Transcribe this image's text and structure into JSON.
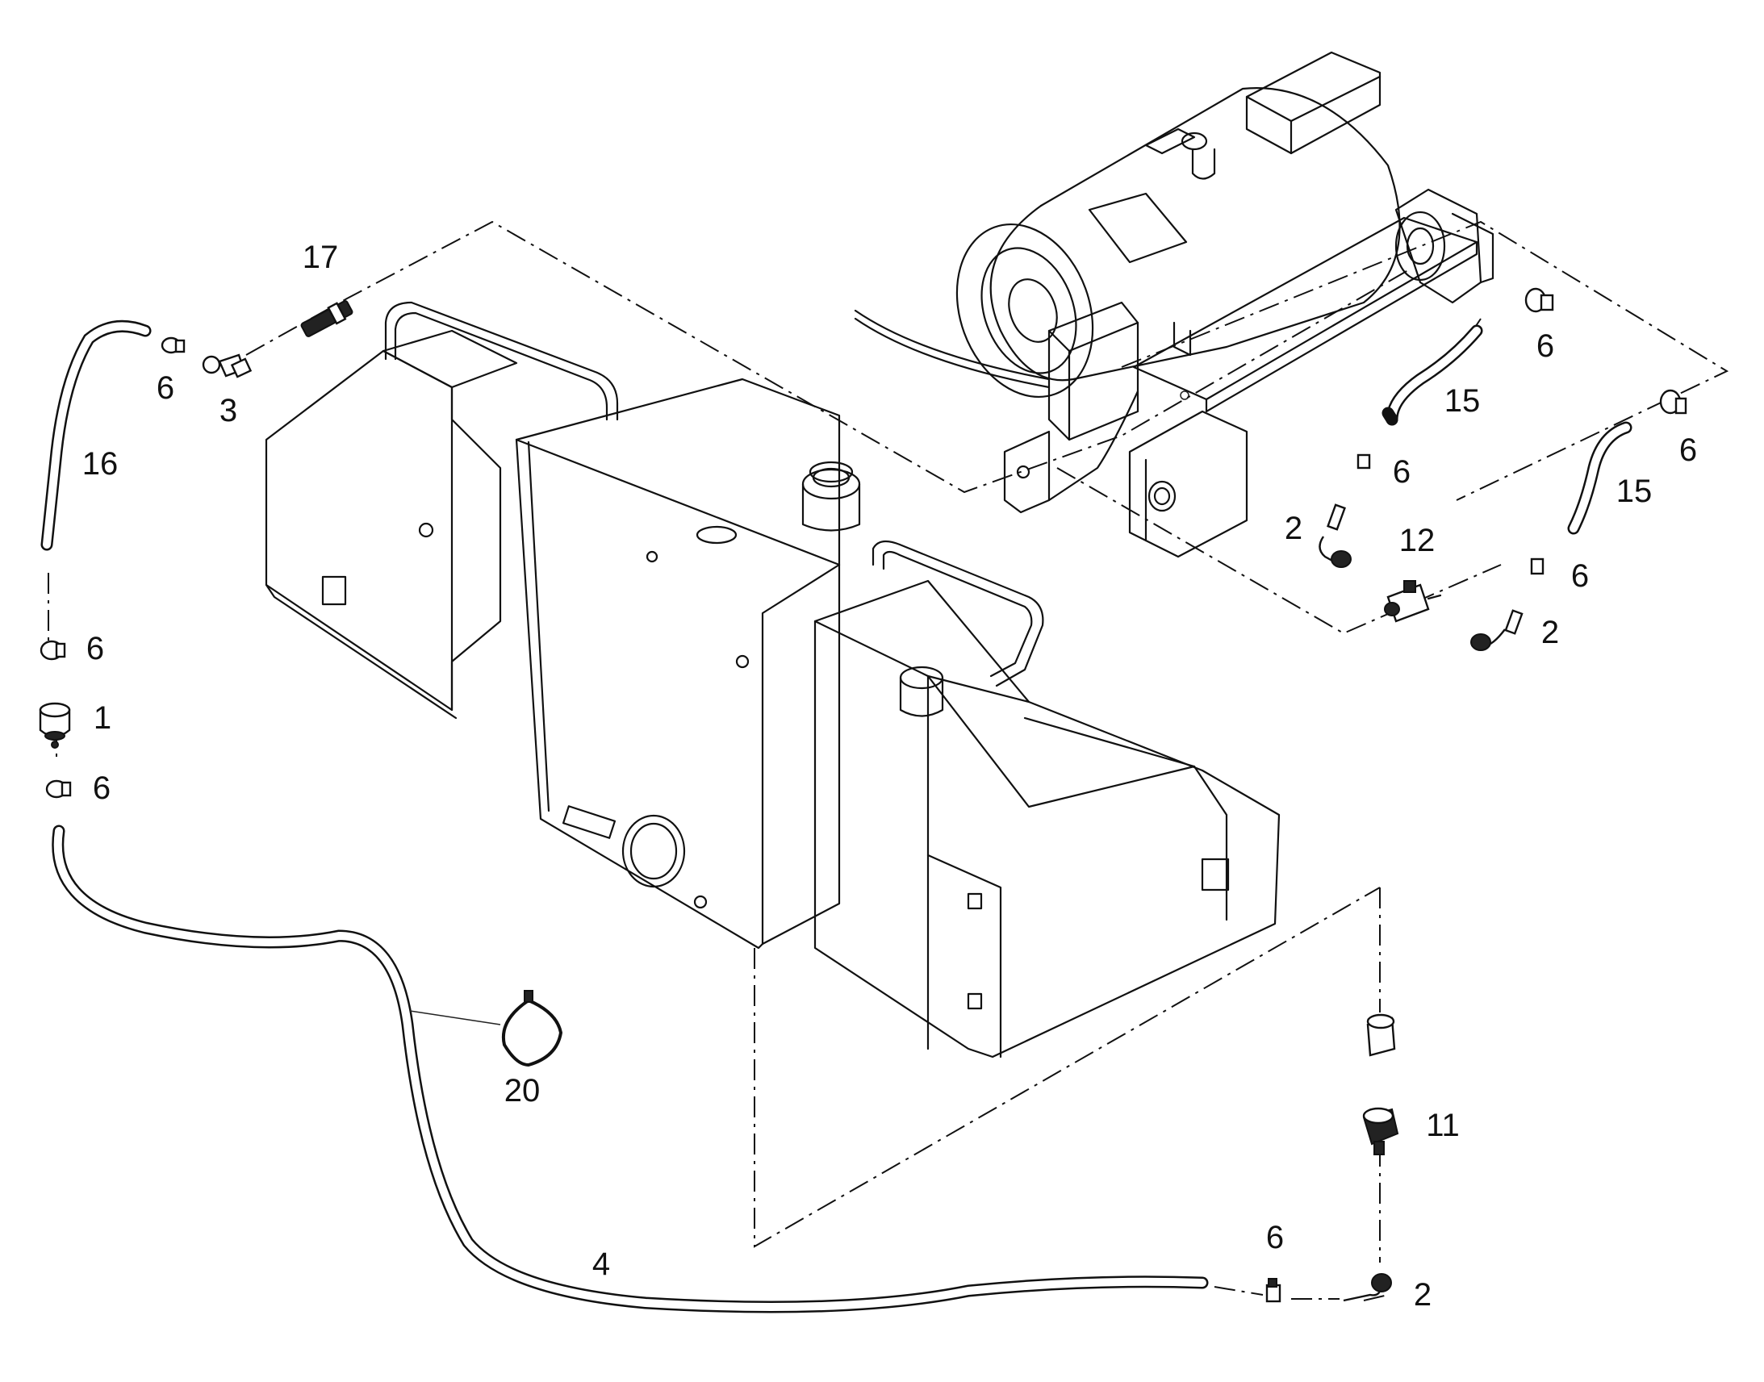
{
  "callouts": [
    {
      "id": "callout-17",
      "text": "17"
    },
    {
      "id": "callout-6-hose16-top",
      "text": "6"
    },
    {
      "id": "callout-3",
      "text": "3"
    },
    {
      "id": "callout-16",
      "text": "16"
    },
    {
      "id": "callout-6-filter-top",
      "text": "6"
    },
    {
      "id": "callout-1",
      "text": "1"
    },
    {
      "id": "callout-6-filter-bottom",
      "text": "6"
    },
    {
      "id": "callout-20",
      "text": "20"
    },
    {
      "id": "callout-4",
      "text": "4"
    },
    {
      "id": "callout-6-bottom",
      "text": "6"
    },
    {
      "id": "callout-2-bottom",
      "text": "2"
    },
    {
      "id": "callout-11",
      "text": "11"
    },
    {
      "id": "callout-6-pump-a",
      "text": "6"
    },
    {
      "id": "callout-15-a",
      "text": "15"
    },
    {
      "id": "callout-6-pump-b",
      "text": "6"
    },
    {
      "id": "callout-15-b",
      "text": "15"
    },
    {
      "id": "callout-6-mid-a",
      "text": "6"
    },
    {
      "id": "callout-2-left",
      "text": "2"
    },
    {
      "id": "callout-12",
      "text": "12"
    },
    {
      "id": "callout-6-mid-b",
      "text": "6"
    },
    {
      "id": "callout-2-right",
      "text": "2"
    }
  ]
}
